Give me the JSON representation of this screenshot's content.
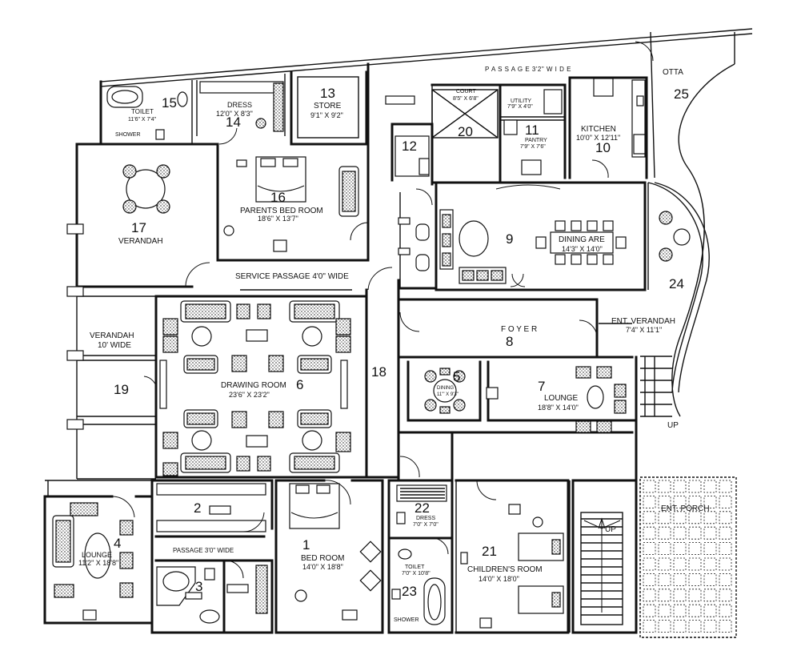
{
  "rooms": {
    "r1": {
      "num": "1",
      "name": "BED ROOM",
      "size": "14'0\" X 18'8\""
    },
    "r2": {
      "num": "2"
    },
    "r3": {
      "num": "3"
    },
    "r4": {
      "num": "4",
      "name": "LOUNGE",
      "size": "11'2\" X 18'8\""
    },
    "r5": {
      "num": "5",
      "name": "DINING",
      "size": "11'\" X 9'3\""
    },
    "r6": {
      "num": "6",
      "name": "DRAWING ROOM",
      "size": "23'6\" X 23'2\""
    },
    "r7": {
      "num": "7",
      "name": "LOUNGE",
      "size": "18'8\" X 14'0\""
    },
    "r8": {
      "num": "8",
      "name": "F O Y E R"
    },
    "r9": {
      "num": "9",
      "name": "DINING ARE",
      "size": "14'3\" X 14'0\""
    },
    "r10": {
      "num": "10",
      "name": "KITCHEN",
      "size": "10'0\" X 12'11\""
    },
    "r11": {
      "num": "11",
      "name": "PANTRY",
      "size": "7'9\" X 7'6\""
    },
    "r12": {
      "num": "12"
    },
    "r13": {
      "num": "13",
      "name": "STORE",
      "size": "9'1\" X 9'2\""
    },
    "r14": {
      "num": "14",
      "name": "DRESS",
      "size": "12'0\" X 8'3\""
    },
    "r15": {
      "num": "15",
      "name": "TOILET",
      "size": "11'6\" X 7'4\""
    },
    "r16": {
      "num": "16",
      "name": "PARENTS BED ROOM",
      "size": "18'6\" X 13'7\""
    },
    "r17": {
      "num": "17",
      "name": "VERANDAH"
    },
    "r18": {
      "num": "18"
    },
    "r19": {
      "num": "19",
      "name": "VERANDAH",
      "size": "10' WIDE"
    },
    "r20": {
      "num": "20",
      "name": "COURT",
      "size": "8'5\" X 6'8\""
    },
    "r21": {
      "num": "21",
      "name": "CHILDREN'S ROOM",
      "size": "14'0\" X 18'0\""
    },
    "r22": {
      "num": "22",
      "name": "DRESS",
      "size": "7'0\" X 7'0\""
    },
    "r23": {
      "num": "23",
      "name": "TOILET",
      "size": "7'0\" X 10'8\""
    },
    "r24": {
      "num": "24",
      "name": "ENT. VERANDAH",
      "size": "7'4\" X 11'1\""
    },
    "r25": {
      "num": "25",
      "name": "OTTA"
    }
  },
  "labels": {
    "passage_top": "P A S S A G E  3'2\" W I D E",
    "service_passage": "SERVICE PASSAGE 4'0\" WIDE",
    "passage_3": "PASSAGE 3'0\" WIDE",
    "utility": "UTILITY",
    "utility_size": "7'9\" X 4'0\"",
    "shower_top": "SHOWER",
    "shower_bottom": "SHOWER",
    "ent_porch": "ENT. PORCH",
    "up1": "UP",
    "up2": "UP"
  }
}
